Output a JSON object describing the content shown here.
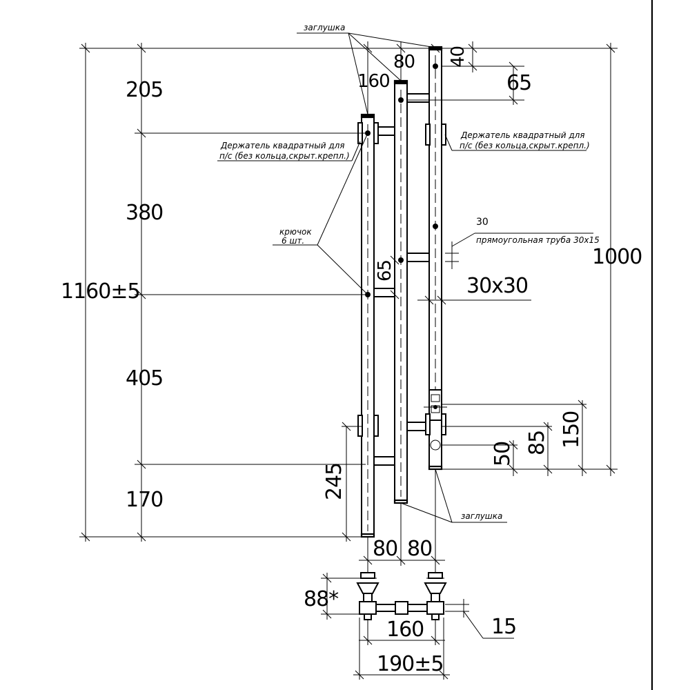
{
  "labels": {
    "plug_top": "заглушка",
    "plug_bottom": "заглушка",
    "holder_left_l1": "Держатель квадратный для",
    "holder_left_l2": "п/с (без кольца,скрыт.крепл.)",
    "holder_right_l1": "Держатель квадратный для",
    "holder_right_l2": "п/с (без кольца,скрыт.крепл.)",
    "hook_l1": "крючок",
    "hook_l2": "6 шт.",
    "rect_pipe": "прямоугольная труба 30х15"
  },
  "dims": {
    "d160_top": "160",
    "d80_top": "80",
    "d40": "40",
    "d65_top": "65",
    "d205": "205",
    "d380": "380",
    "d405": "405",
    "d170": "170",
    "d1160": "1160±5",
    "d1000": "1000",
    "d30": "30",
    "d65_mid": "65",
    "d30x30": "30х30",
    "d245": "245",
    "d50": "50",
    "d85": "85",
    "d150": "150",
    "d80_bl": "80",
    "d80_br": "80",
    "d88": "88*",
    "d160_bot": "160",
    "d15": "15",
    "d190": "190±5"
  }
}
